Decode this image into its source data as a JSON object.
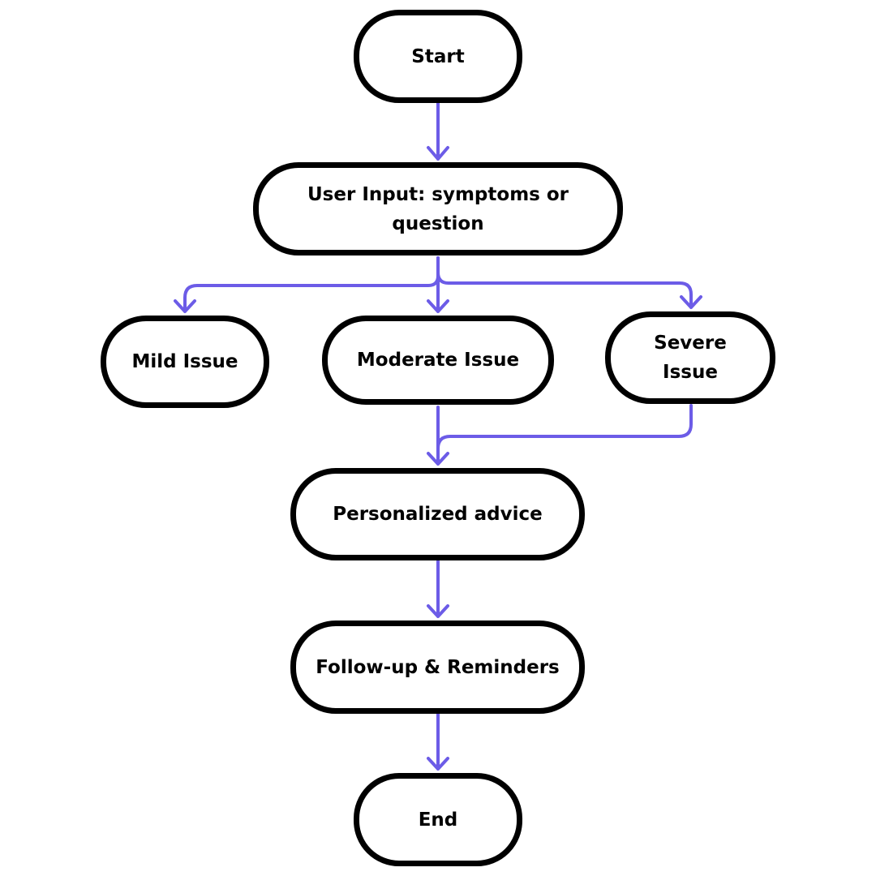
{
  "flowchart": {
    "accent_color": "#6c5ce7",
    "nodes": {
      "start": "Start",
      "user_input": "User Input: symptoms or question",
      "mild": "Mild Issue",
      "moderate": "Moderate Issue",
      "severe": "Severe Issue",
      "advice": "Personalized advice",
      "follow_up": "Follow-up & Reminders",
      "end": "End"
    },
    "edges": [
      {
        "from": "start",
        "to": "user_input"
      },
      {
        "from": "user_input",
        "to": "mild"
      },
      {
        "from": "user_input",
        "to": "moderate"
      },
      {
        "from": "user_input",
        "to": "severe"
      },
      {
        "from": "moderate",
        "to": "advice"
      },
      {
        "from": "severe",
        "to": "advice"
      },
      {
        "from": "advice",
        "to": "follow_up"
      },
      {
        "from": "follow_up",
        "to": "end"
      }
    ]
  }
}
